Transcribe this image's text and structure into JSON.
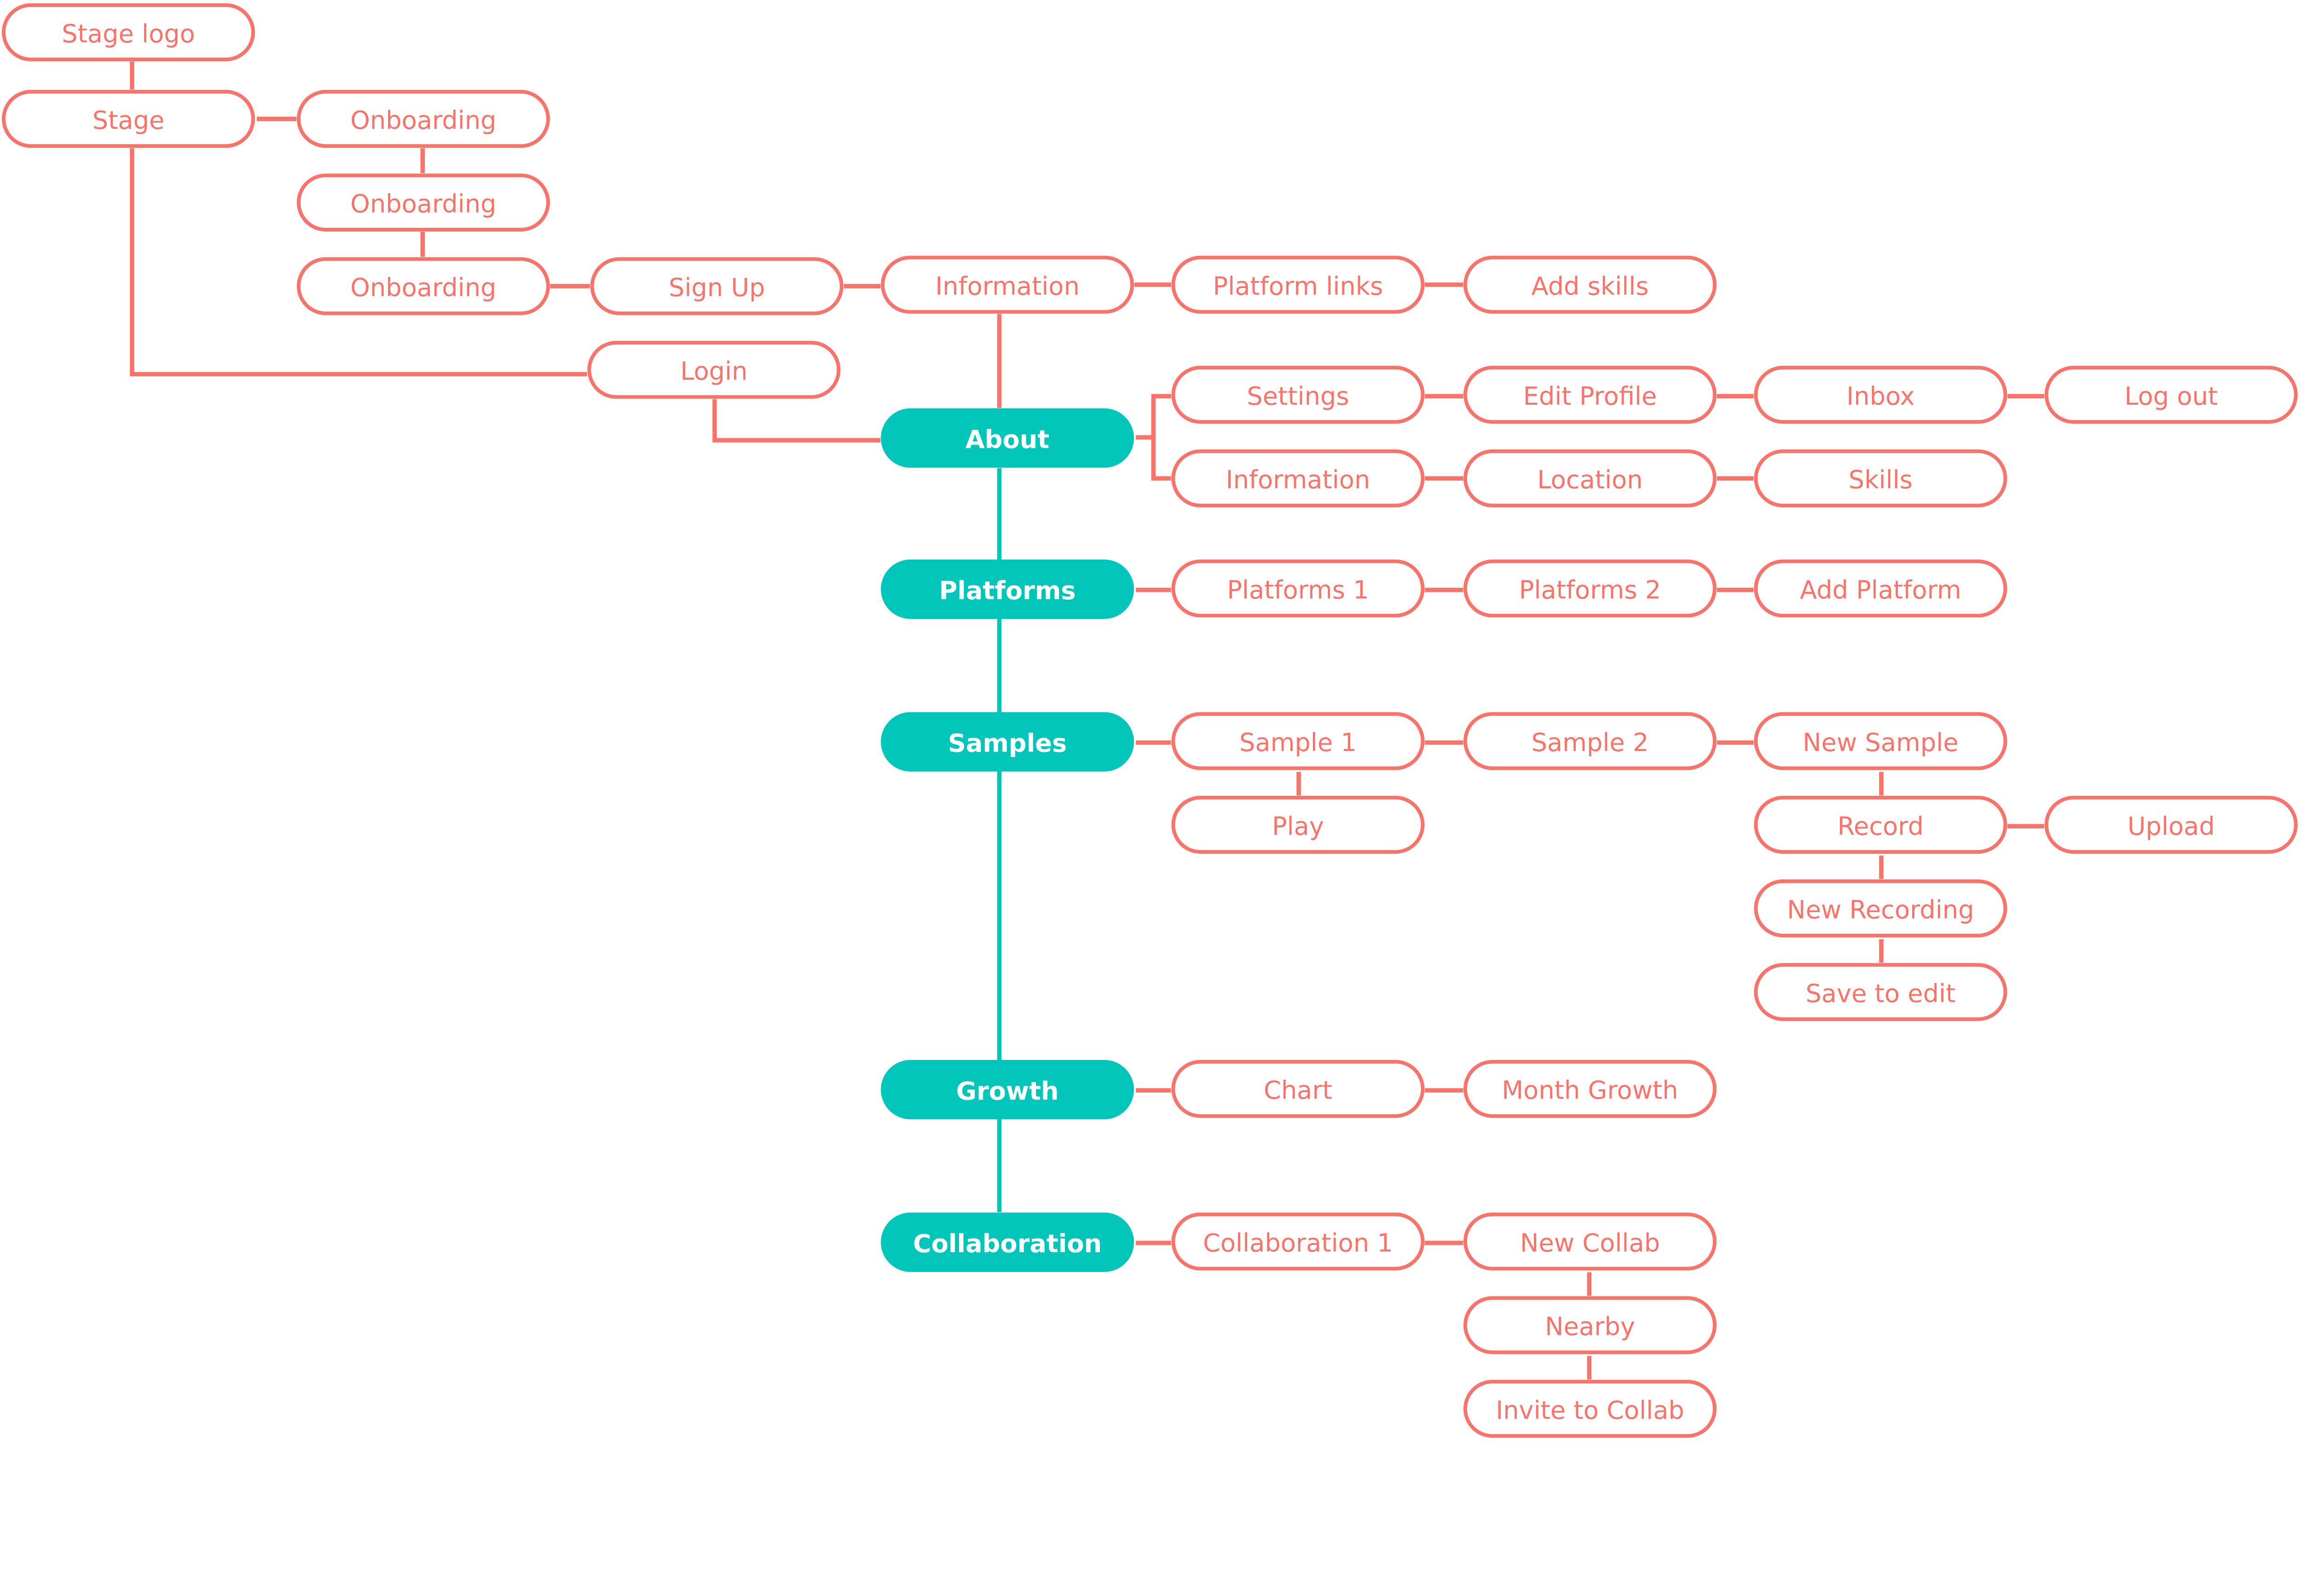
{
  "colors": {
    "primary": "#02C6BA",
    "secondary": "#F8736A",
    "background": "#FFFFFF"
  },
  "nodes": {
    "stage_logo": {
      "label": "Stage logo",
      "type": "secondary"
    },
    "stage": {
      "label": "Stage",
      "type": "secondary"
    },
    "onboarding_1": {
      "label": "Onboarding",
      "type": "secondary"
    },
    "onboarding_2": {
      "label": "Onboarding",
      "type": "secondary"
    },
    "onboarding_3": {
      "label": "Onboarding",
      "type": "secondary"
    },
    "sign_up": {
      "label": "Sign Up",
      "type": "secondary"
    },
    "information_top": {
      "label": "Information",
      "type": "secondary"
    },
    "platform_links": {
      "label": "Platform links",
      "type": "secondary"
    },
    "add_skills": {
      "label": "Add skills",
      "type": "secondary"
    },
    "login": {
      "label": "Login",
      "type": "secondary"
    },
    "about": {
      "label": "About",
      "type": "primary"
    },
    "settings": {
      "label": "Settings",
      "type": "secondary"
    },
    "edit_profile": {
      "label": "Edit Profile",
      "type": "secondary"
    },
    "inbox": {
      "label": "Inbox",
      "type": "secondary"
    },
    "log_out": {
      "label": "Log out",
      "type": "secondary"
    },
    "information_about": {
      "label": "Information",
      "type": "secondary"
    },
    "location": {
      "label": "Location",
      "type": "secondary"
    },
    "skills": {
      "label": "Skills",
      "type": "secondary"
    },
    "platforms": {
      "label": "Platforms",
      "type": "primary"
    },
    "platforms_1": {
      "label": "Platforms 1",
      "type": "secondary"
    },
    "platforms_2": {
      "label": "Platforms 2",
      "type": "secondary"
    },
    "add_platform": {
      "label": "Add Platform",
      "type": "secondary"
    },
    "samples": {
      "label": "Samples",
      "type": "primary"
    },
    "sample_1": {
      "label": "Sample 1",
      "type": "secondary"
    },
    "sample_2": {
      "label": "Sample 2",
      "type": "secondary"
    },
    "new_sample": {
      "label": "New Sample",
      "type": "secondary"
    },
    "play": {
      "label": "Play",
      "type": "secondary"
    },
    "record": {
      "label": "Record",
      "type": "secondary"
    },
    "upload": {
      "label": "Upload",
      "type": "secondary"
    },
    "new_recording": {
      "label": "New Recording",
      "type": "secondary"
    },
    "save_to_edit": {
      "label": "Save to edit",
      "type": "secondary"
    },
    "growth": {
      "label": "Growth",
      "type": "primary"
    },
    "chart": {
      "label": "Chart",
      "type": "secondary"
    },
    "month_growth": {
      "label": "Month Growth",
      "type": "secondary"
    },
    "collaboration": {
      "label": "Collaboration",
      "type": "primary"
    },
    "collaboration_1": {
      "label": "Collaboration 1",
      "type": "secondary"
    },
    "new_collab": {
      "label": "New Collab",
      "type": "secondary"
    },
    "nearby": {
      "label": "Nearby",
      "type": "secondary"
    },
    "invite_to_collab": {
      "label": "Invite to Collab",
      "type": "secondary"
    }
  }
}
